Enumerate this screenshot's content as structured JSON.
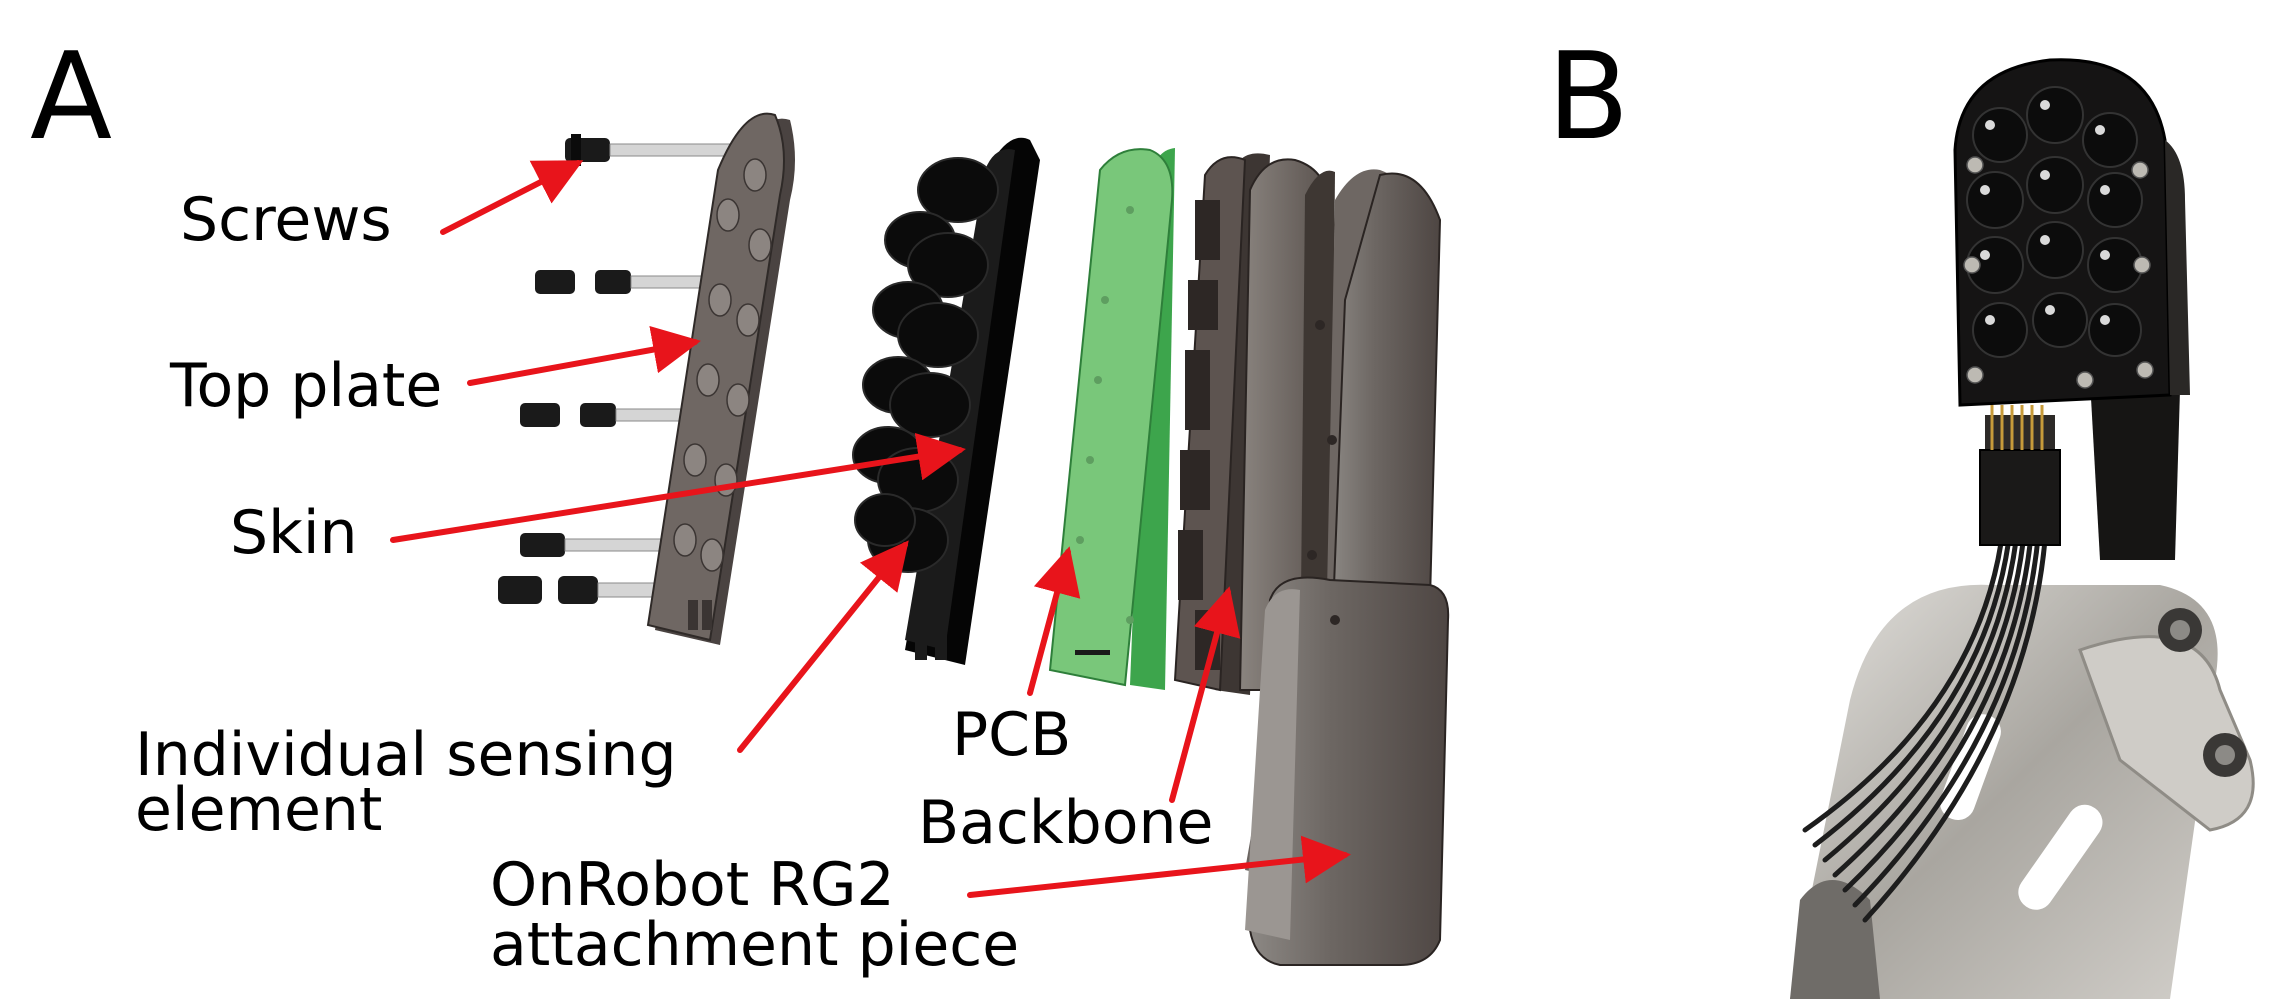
{
  "panels": {
    "a": "A",
    "b": "B"
  },
  "labels": {
    "screws": "Screws",
    "top_plate": "Top plate",
    "skin": "Skin",
    "sensing_line1": "Individual sensing",
    "sensing_line2": "element",
    "pcb": "PCB",
    "backbone": "Backbone",
    "onrobot_line1": "OnRobot RG2",
    "onrobot_line2": "attachment piece"
  },
  "colors": {
    "arrow": "#e8141b",
    "pcb_green": "#79c77a",
    "skin_black": "#0b0b0b",
    "plate_gray": "#6f6763",
    "backbone_gray": "#5d5450",
    "gripper_silver": "#b9b6b0"
  }
}
